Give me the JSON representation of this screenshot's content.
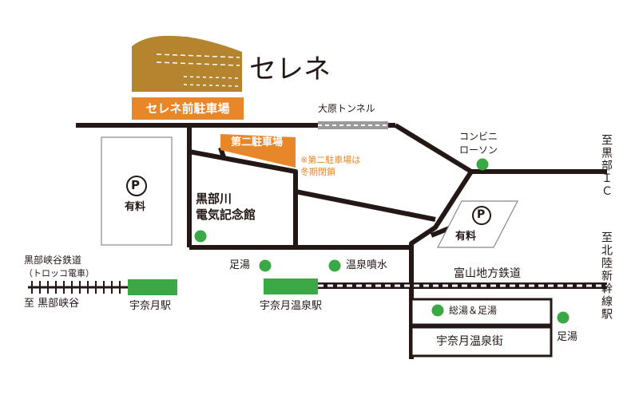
{
  "brand": {
    "name": "セレネ",
    "building_color": "#b5842e"
  },
  "colors": {
    "road": "#231815",
    "accent_orange": "#e8862a",
    "green": "#3aa845",
    "gray_tunnel": "#9a9a9a"
  },
  "labels": {
    "front_parking": "セレネ前駐車場",
    "second_parking": "第二駐車場",
    "winter_note": "※第二駐車場は\n冬期閉鎖",
    "tunnel": "大原トンネル",
    "convenience": "コンビニ\nローソン",
    "to_kurobe_ic": "至黒部ＩＣ",
    "to_station": "至北陸新幹線駅",
    "paid": "有料",
    "parking_symbol": "P",
    "museum": "黒部川\n電気記念館",
    "footbath": "足湯",
    "onsen_fountain": "温泉噴水",
    "toyama_railway": "富山地方鉄道",
    "gorge_railway": "黒部峡谷鉄道",
    "trolley": "（トロッコ電車）",
    "to_gorge": "至 黒部峡谷",
    "unazuki_station": "宇奈月駅",
    "unazuki_onsen_station": "宇奈月温泉駅",
    "sogo_yu": "総湯＆足湯",
    "onsen_street": "宇奈月温泉街",
    "footbath2": "足湯"
  }
}
